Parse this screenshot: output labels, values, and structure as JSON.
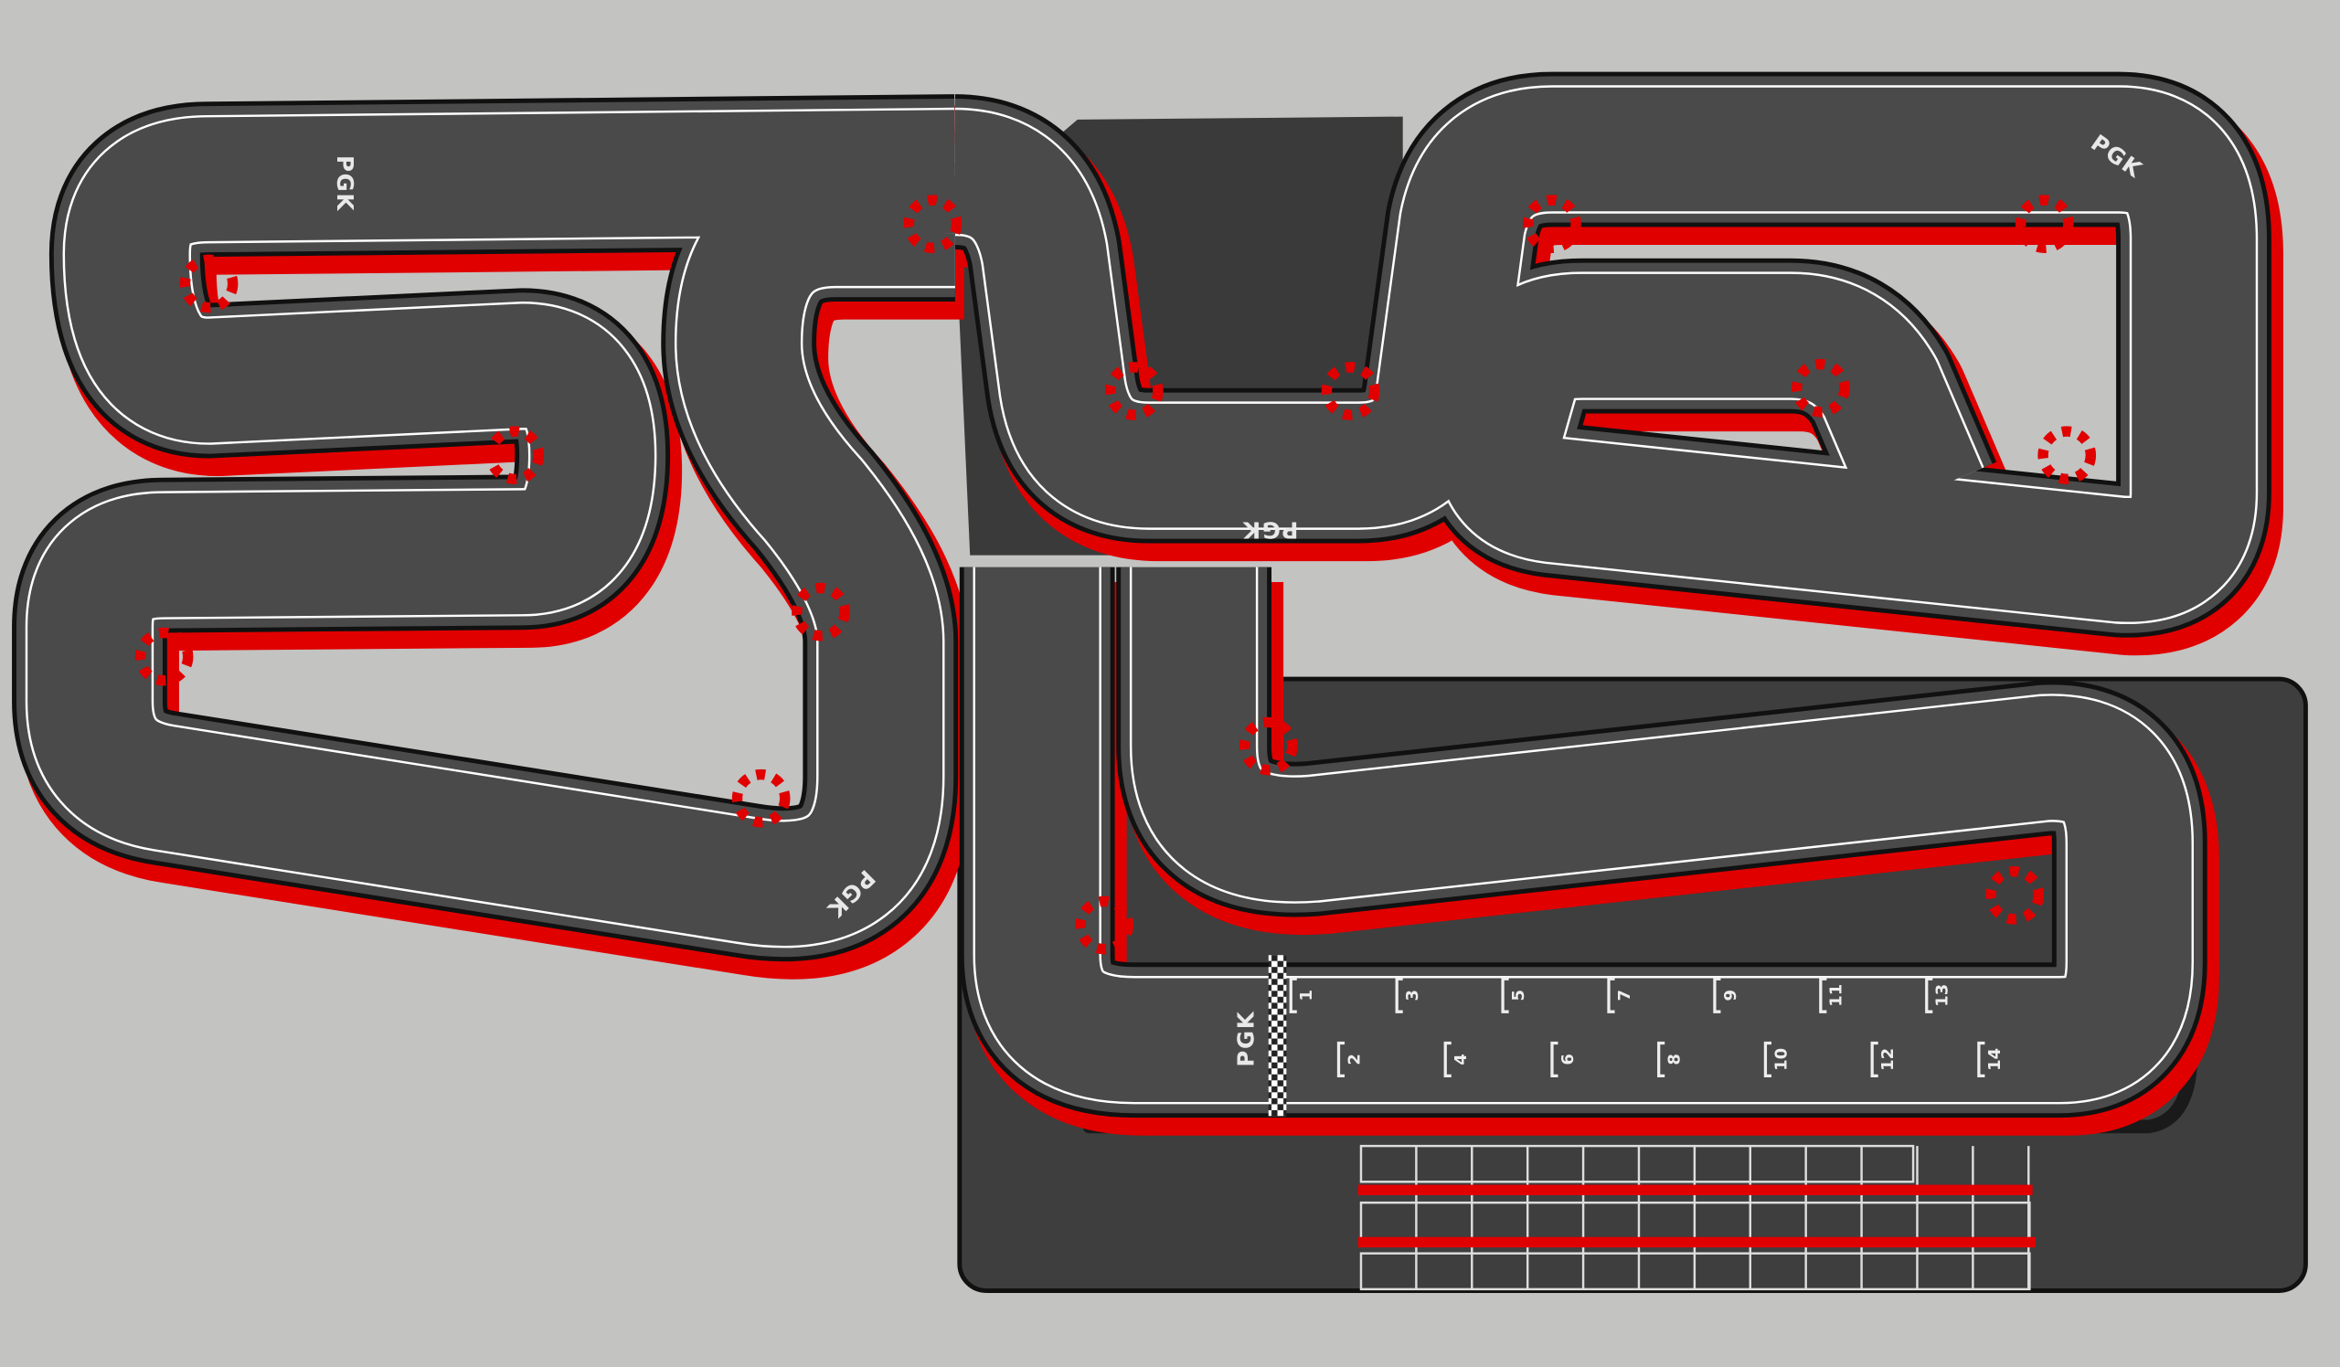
{
  "scene": {
    "brand_logos": [
      "PGK",
      "PGK",
      "PGK",
      "PGK",
      "PGK"
    ],
    "grid_slots": [
      "1",
      "2",
      "3",
      "4",
      "5",
      "6",
      "7",
      "8",
      "9",
      "10",
      "11",
      "12",
      "13",
      "14"
    ],
    "colors": {
      "background": "#c3c3c1",
      "track_surface": "#4a4a4a",
      "curb_red": "#e00000",
      "curb_white": "#f2f2f2",
      "edge_line": "#ffffff",
      "platform": "#3e3e3e"
    }
  }
}
